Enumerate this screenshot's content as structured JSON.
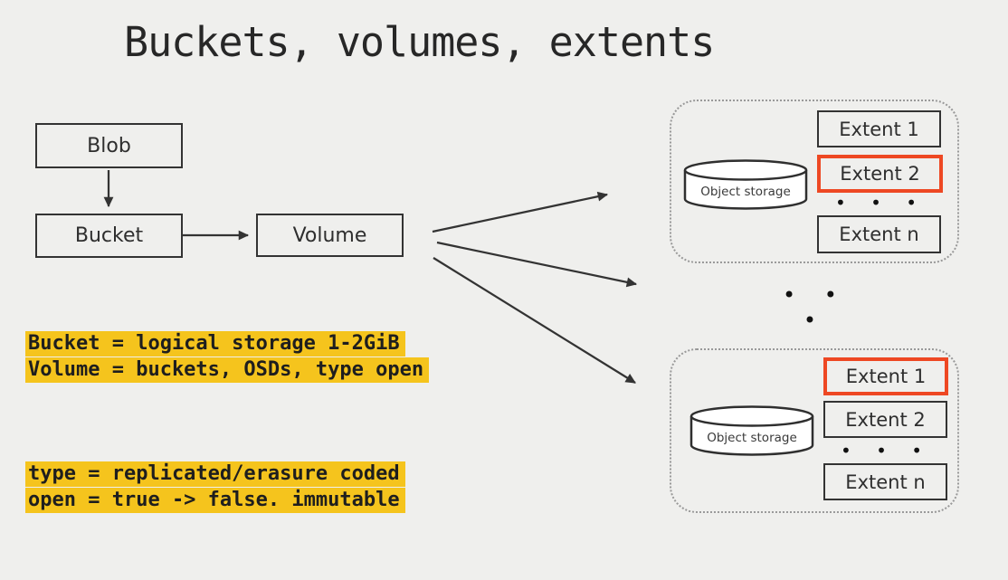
{
  "title": "Buckets, volumes, extents",
  "colors": {
    "background": "#efefed",
    "stroke": "#333333",
    "text": "#2b2b2b",
    "highlight_yellow": "#f5c41d",
    "highlight_red": "#ee4823",
    "group_border": "#999999"
  },
  "nodes": {
    "blob": "Blob",
    "bucket": "Bucket",
    "volume": "Volume"
  },
  "groups": [
    {
      "storage_label": "Object storage",
      "extents": [
        "Extent 1",
        "Extent 2",
        "Extent n"
      ],
      "highlighted_extent": "Extent 2",
      "dots": "• • •"
    },
    {
      "storage_label": "Object storage",
      "extents": [
        "Extent 1",
        "Extent 2",
        "Extent n"
      ],
      "highlighted_extent": "Extent 1",
      "dots": "• • •"
    }
  ],
  "between_groups_dots": "• • •",
  "notes": {
    "block1": [
      "Bucket = logical storage 1-2GiB",
      "Volume = buckets, OSDs, type open"
    ],
    "block2": [
      "type = replicated/erasure coded",
      "open = true -> false. immutable"
    ]
  }
}
